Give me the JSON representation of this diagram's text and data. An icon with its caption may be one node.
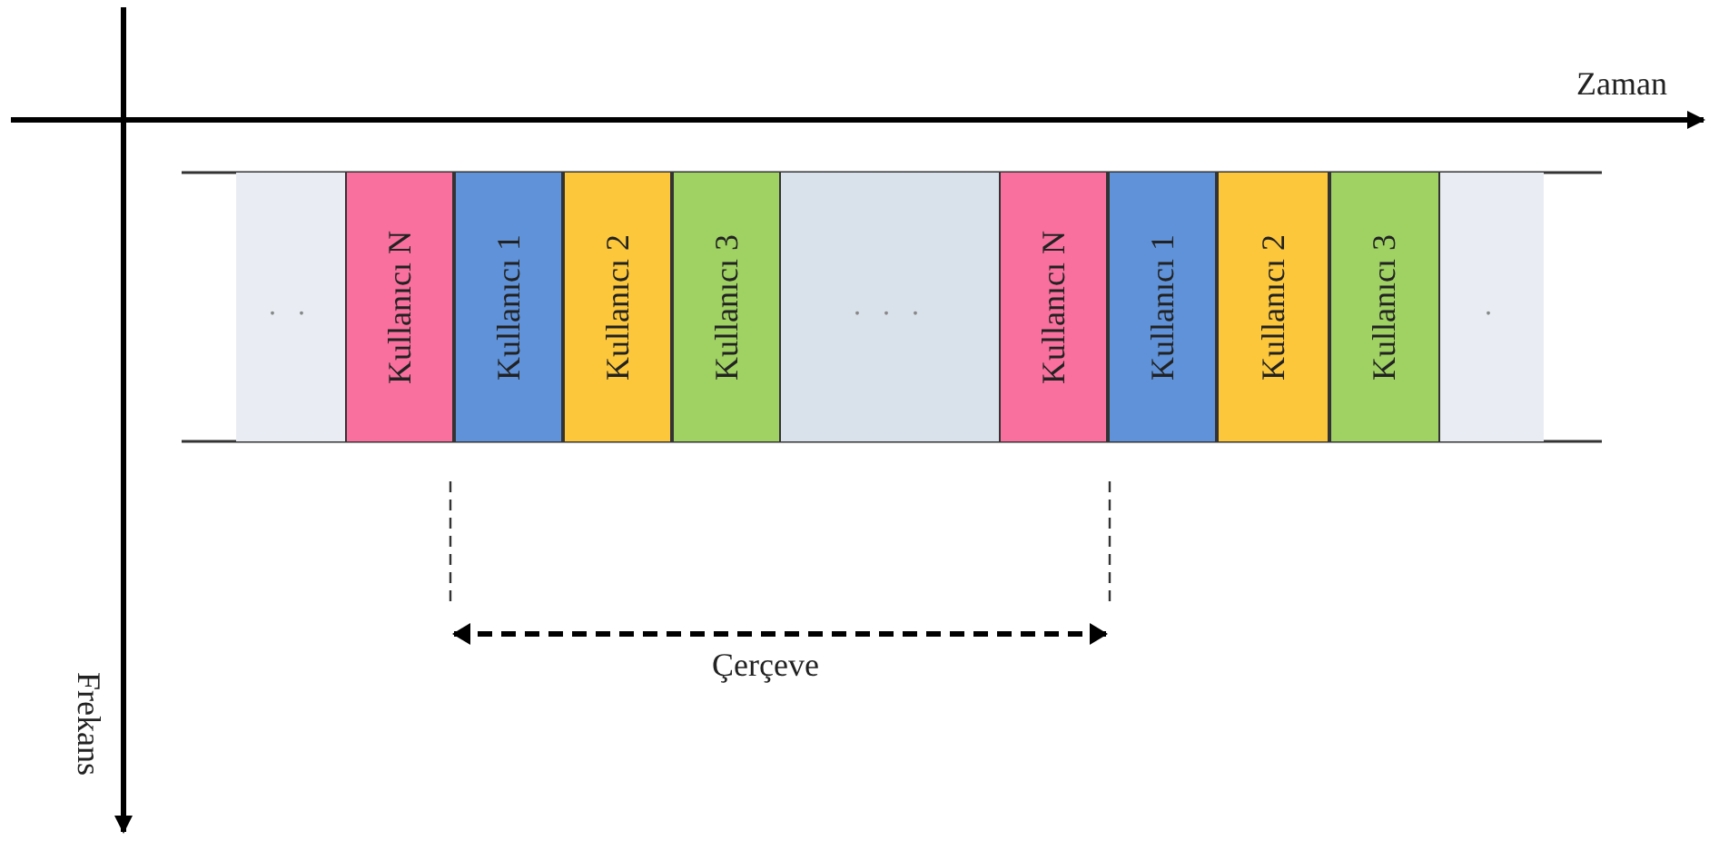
{
  "diagram": {
    "nodes": [
      {
        "text": [
          ". ."
        ]
      },
      {
        "text": [
          "Kullanıcı N"
        ]
      },
      {
        "text": [
          "Kullanıcı 1"
        ]
      },
      {
        "text": [
          "Kullanıcı 2"
        ]
      },
      {
        "text": [
          "Kullanıcı 3"
        ]
      },
      {
        "text": [
          ". . ."
        ]
      },
      {
        "text": [
          "Kullanıcı N"
        ]
      },
      {
        "text": [
          "Kullanıcı 1"
        ]
      },
      {
        "text": [
          "Kullanıcı 2"
        ]
      },
      {
        "text": [
          "Kullanıcı 3"
        ]
      },
      {
        "text": [
          "."
        ]
      }
    ],
    "labels": [
      "Zaman",
      "Frekans",
      "Çerçeve"
    ]
  }
}
